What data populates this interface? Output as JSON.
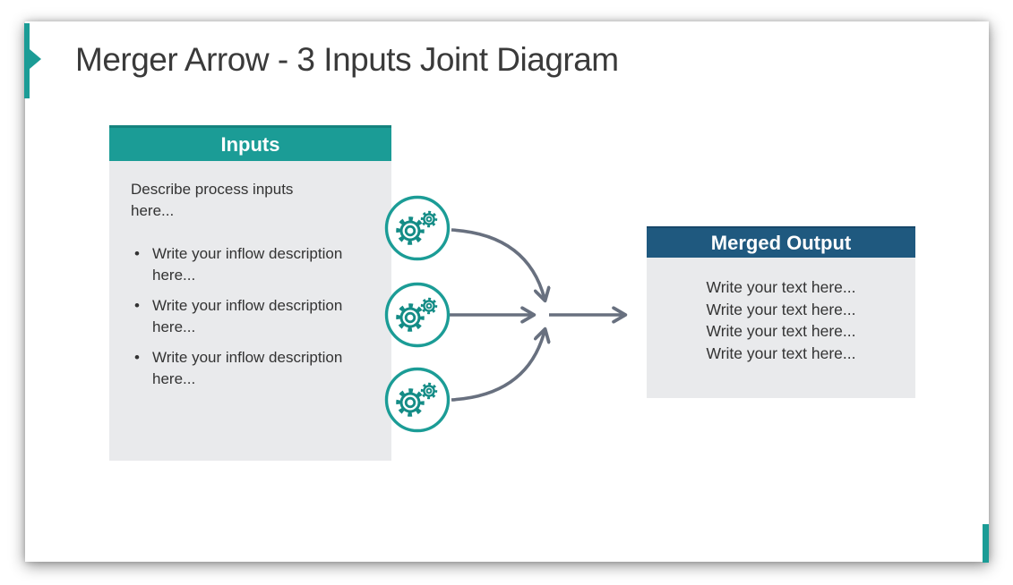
{
  "slide": {
    "title": "Merger Arrow - 3 Inputs Joint Diagram"
  },
  "inputs_box": {
    "header": "Inputs",
    "intro_lines": [
      "Describe process inputs",
      "here..."
    ],
    "bullet_char": "•",
    "bullets": [
      {
        "lines": [
          "Write your inflow description",
          "here..."
        ]
      },
      {
        "lines": [
          "Write your inflow description",
          "here..."
        ]
      },
      {
        "lines": [
          "Write your inflow description",
          "here..."
        ]
      }
    ]
  },
  "output_box": {
    "header": "Merged Output",
    "lines": [
      "Write your text here...",
      "Write your text here...",
      "Write your text here...",
      "Write your text here..."
    ]
  },
  "diagram": {
    "input_icons": [
      "gears-icon",
      "gears-icon",
      "gears-icon"
    ],
    "arrows": [
      "inflow-arrow-top",
      "inflow-arrow-middle",
      "inflow-arrow-bottom",
      "output-arrow"
    ]
  },
  "colors": {
    "teal": "#1B9C96",
    "header_blue": "#1F597F",
    "box_body_gray": "#E9EAEC",
    "arrow_gray": "#68707F",
    "title_text": "#3A3A3A",
    "body_text": "#333333"
  }
}
